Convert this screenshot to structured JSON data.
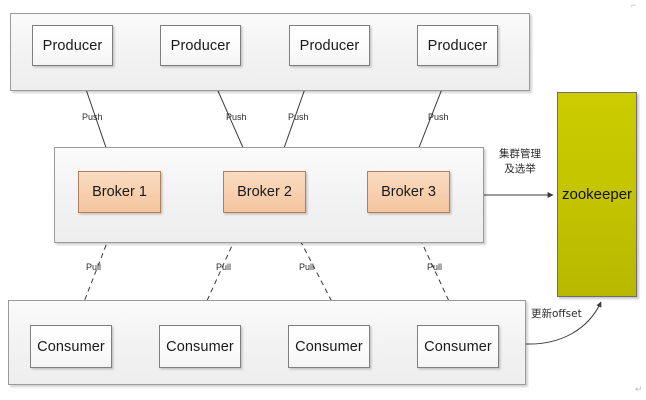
{
  "diagram": {
    "title": "Kafka architecture: producers, brokers, consumers and zookeeper",
    "colors": {
      "panel_fill": "#f2f2f2",
      "panel_border": "#9a9a9a",
      "node_fill": "#ffffff",
      "node_border": "#7f7f7f",
      "broker_fill": "#f7cfae",
      "broker_border": "#b07f5c",
      "zookeeper_fill": "#c4c400",
      "zookeeper_border": "#6e6e6e",
      "edge_stroke": "#3a3a3a",
      "text": "#1a1a1a"
    },
    "producers": [
      {
        "label": "Producer"
      },
      {
        "label": "Producer"
      },
      {
        "label": "Producer"
      },
      {
        "label": "Producer"
      }
    ],
    "brokers": [
      {
        "label": "Broker 1"
      },
      {
        "label": "Broker 2"
      },
      {
        "label": "Broker 3"
      }
    ],
    "consumers": [
      {
        "label": "Consumer"
      },
      {
        "label": "Consumer"
      },
      {
        "label": "Consumer"
      },
      {
        "label": "Consumer"
      }
    ],
    "zookeeper": {
      "label": "zookeeper"
    },
    "push_labels": [
      {
        "label": "Push"
      },
      {
        "label": "Push"
      },
      {
        "label": "Push"
      },
      {
        "label": "Push"
      }
    ],
    "pull_labels": [
      {
        "label": "Pull"
      },
      {
        "label": "Pull"
      },
      {
        "label": "Pull"
      },
      {
        "label": "Pull"
      }
    ],
    "annotations": {
      "cluster_mgmt_line1": "集群管理",
      "cluster_mgmt_line2": "及选举",
      "update_offset": "更新offset"
    },
    "corner_marks": {
      "top_right": "⌐",
      "bottom_right": "↵"
    }
  }
}
